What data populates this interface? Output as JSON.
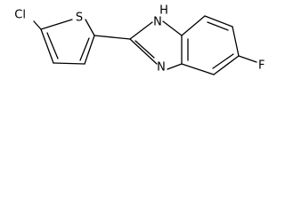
{
  "structure": {
    "atoms": {
      "chlorine": "Cl",
      "sulfur": "S",
      "nh": "H",
      "nh_n": "N",
      "imine_n": "N",
      "fluorine": "F"
    }
  }
}
